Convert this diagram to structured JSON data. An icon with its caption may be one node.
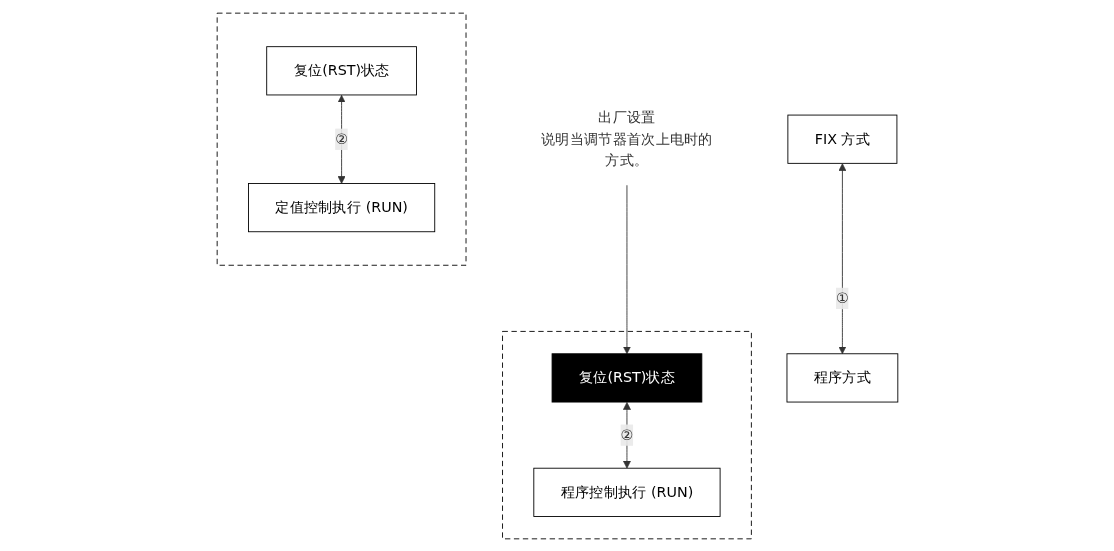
{
  "diagram": {
    "nodes": [
      {
        "text": [
          "FIX 方式"
        ]
      },
      {
        "text": [
          "程序方式"
        ]
      },
      {
        "text": [],
        "shape": "box"
      },
      {
        "text": [
          "复位(RST)状态"
        ],
        "in": 2
      },
      {
        "text": [
          "定值控制执行 (RUN)"
        ],
        "in": 2
      },
      {
        "text": [],
        "shape": "box"
      },
      {
        "text": [
          "复位(RST)状态"
        ],
        "in": 5
      },
      {
        "text": [
          "程序控制执行 (RUN)"
        ],
        "in": 5
      },
      {
        "text": [
          "出厂设置",
          "说明当调节器首次上电时的方式。"
        ]
      }
    ],
    "edges": [
      {
        "from": 0,
        "to": 1,
        "arrow": "both",
        "label": "①"
      },
      {
        "from": 3,
        "to": 4,
        "arrow": "both",
        "label": "②"
      },
      {
        "from": 6,
        "to": 7,
        "arrow": "both",
        "label": "②"
      },
      {
        "from": 8,
        "to": 6,
        "arrow": "to"
      }
    ]
  }
}
